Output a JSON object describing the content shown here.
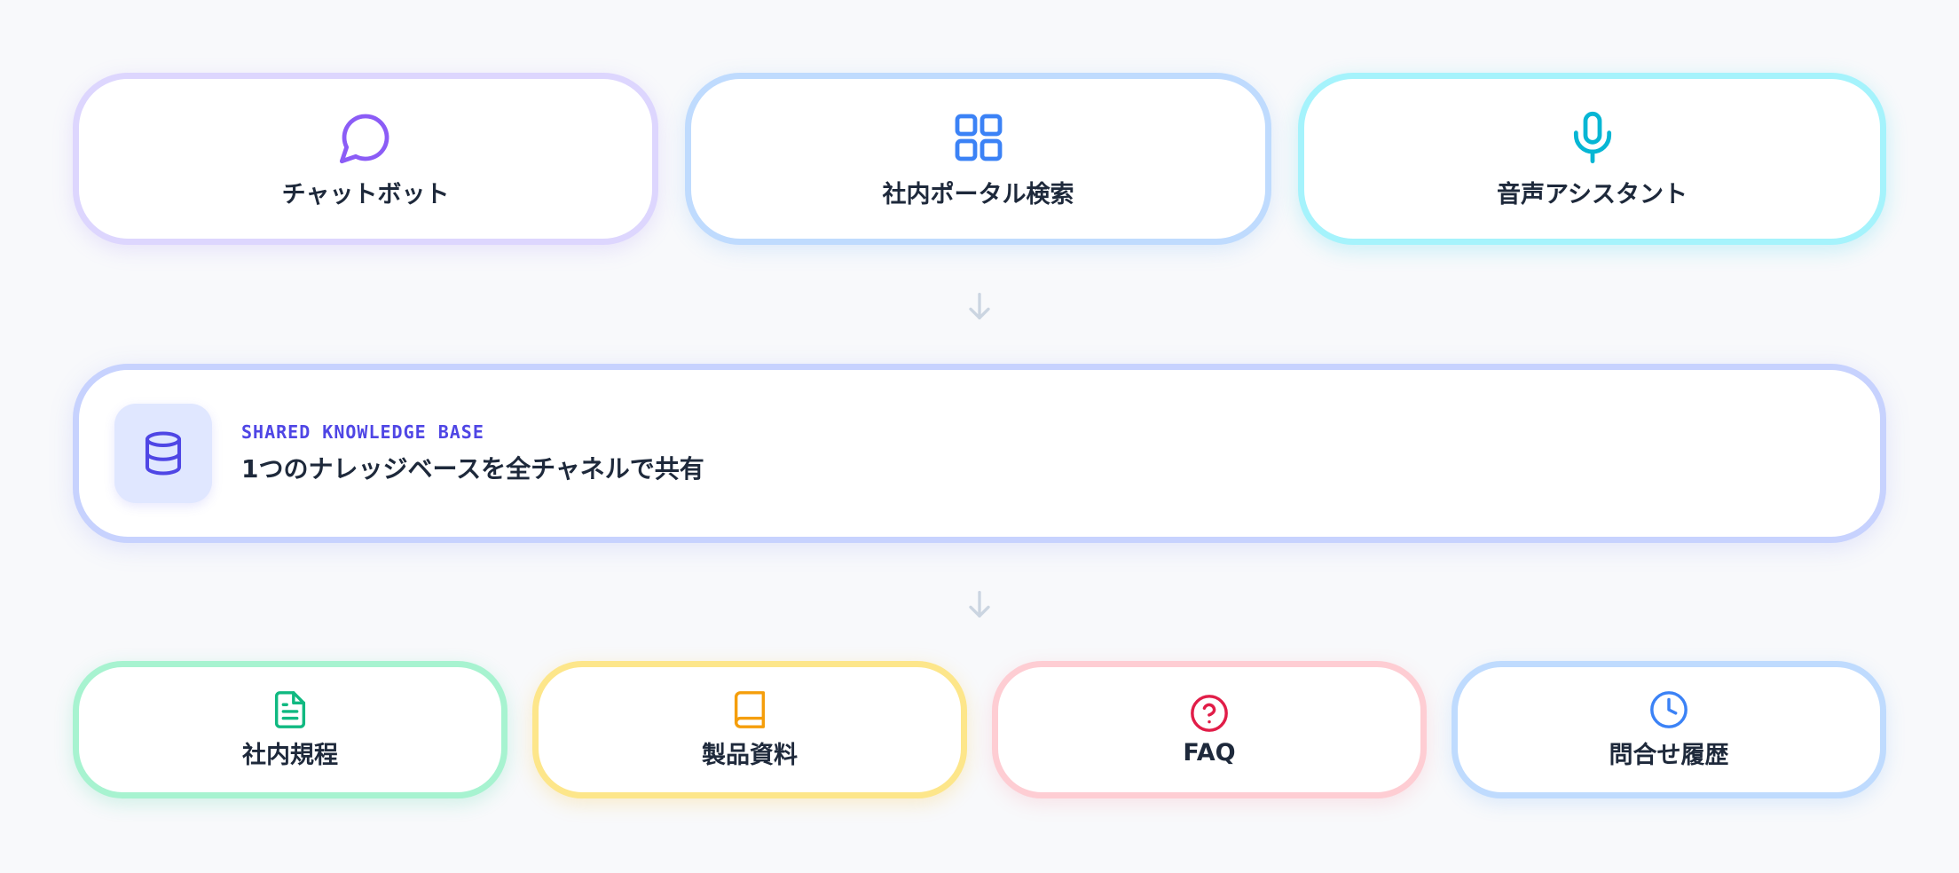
{
  "channels": [
    {
      "label": "チャットボット",
      "icon": "message-circle-icon",
      "color": "#8b5cf6"
    },
    {
      "label": "社内ポータル検索",
      "icon": "grid-icon",
      "color": "#3b82f6"
    },
    {
      "label": "音声アシスタント",
      "icon": "microphone-icon",
      "color": "#06b6d4"
    }
  ],
  "knowledge_base": {
    "eyebrow": "SHARED KNOWLEDGE BASE",
    "title": "1つのナレッジベースを全チャネルで共有",
    "icon": "database-icon",
    "color": "#4f46e5"
  },
  "sources": [
    {
      "label": "社内規程",
      "icon": "document-icon",
      "color": "#10b981"
    },
    {
      "label": "製品資料",
      "icon": "book-icon",
      "color": "#f59e0b"
    },
    {
      "label": "FAQ",
      "icon": "help-circle-icon",
      "color": "#e11d48"
    },
    {
      "label": "問合せ履歴",
      "icon": "clock-icon",
      "color": "#3b82f6"
    }
  ],
  "connector_color": "#cbd5e1"
}
